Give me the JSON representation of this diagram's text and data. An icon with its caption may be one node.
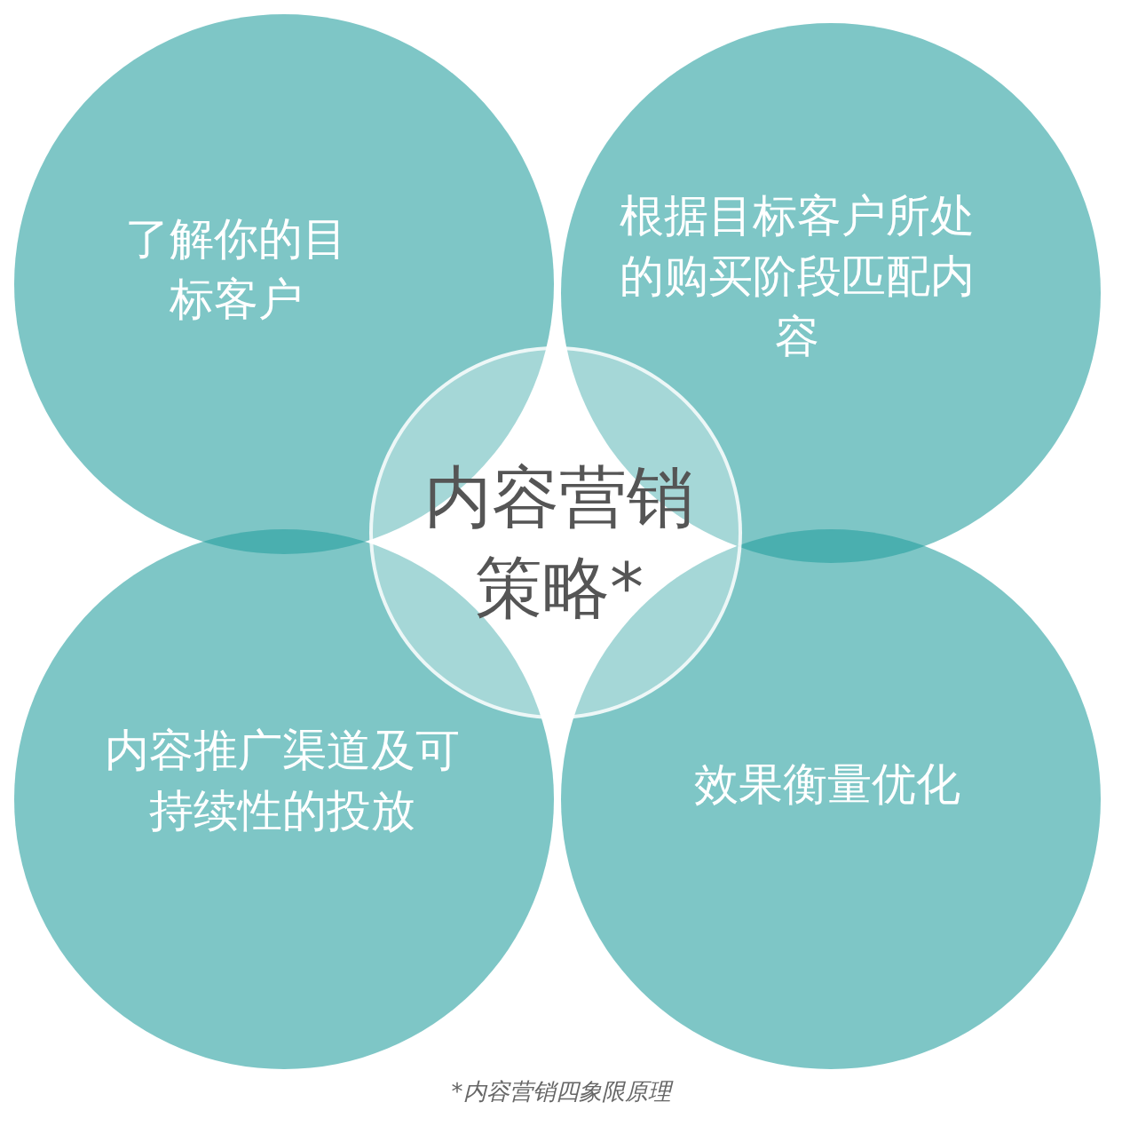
{
  "diagram": {
    "caption": "*内容营销四象限原理",
    "nodes": [
      {
        "text": [
          "了解你的目标客户"
        ]
      },
      {
        "text": [
          "根据目标客户所处的购买阶段匹配内容"
        ]
      },
      {
        "text": [
          "内容推广渠道及可持续性的投放"
        ]
      },
      {
        "text": [
          "效果衡量优化"
        ]
      },
      {
        "text": [
          "内容营销策略*"
        ]
      }
    ],
    "edges": []
  }
}
